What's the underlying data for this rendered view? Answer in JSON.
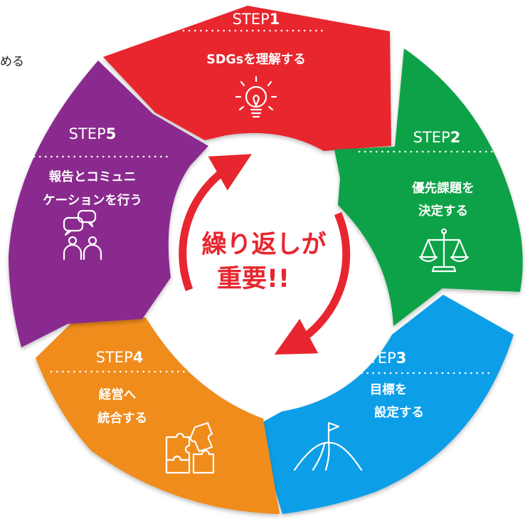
{
  "side_text": "める",
  "center": {
    "line1": "繰り返しが",
    "line2": "重要!!",
    "arrow_color": "#e8262f"
  },
  "steps": [
    {
      "word": "STEP",
      "number": "1",
      "title_lines": [
        "SDGsを理解する"
      ],
      "color": "#e8262f",
      "icon": "lightbulb-icon"
    },
    {
      "word": "STEP",
      "number": "2",
      "title_lines": [
        "優先課題を",
        "決定する"
      ],
      "color": "#0aa246",
      "icon": "scales-icon"
    },
    {
      "word": "STEP",
      "number": "3",
      "title_lines": [
        "目標を",
        "設定する"
      ],
      "color": "#0f9ee8",
      "icon": "mountain-flag-icon"
    },
    {
      "word": "STEP",
      "number": "4",
      "title_lines": [
        "経営へ",
        "統合する"
      ],
      "color": "#f08c1e",
      "icon": "puzzle-icon"
    },
    {
      "word": "STEP",
      "number": "5",
      "title_lines": [
        "報告とコミュニ",
        "ケーションを行う"
      ],
      "color": "#8a2a8e",
      "icon": "people-chat-icon"
    }
  ]
}
